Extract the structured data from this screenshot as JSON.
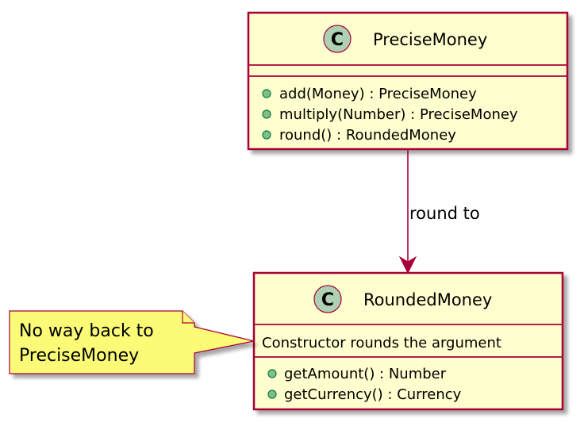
{
  "classes": {
    "precise": {
      "stereotype_letter": "C",
      "name": "PreciseMoney",
      "methods": [
        "add(Money) : PreciseMoney",
        "multiply(Number) : PreciseMoney",
        "round() : RoundedMoney"
      ]
    },
    "rounded": {
      "stereotype_letter": "C",
      "name": "RoundedMoney",
      "fields": [
        "Constructor rounds the argument"
      ],
      "methods": [
        "getAmount() : Number",
        "getCurrency() : Currency"
      ]
    }
  },
  "relation": {
    "label": "round to"
  },
  "note": {
    "lines": [
      "No way back to",
      "PreciseMoney"
    ]
  },
  "colors": {
    "class_fill": "#FEFECE",
    "border": "#A80036",
    "circle_fill": "#ADD1B2",
    "note_fill": "#FBFB77",
    "method_dot": "#84BE84"
  }
}
